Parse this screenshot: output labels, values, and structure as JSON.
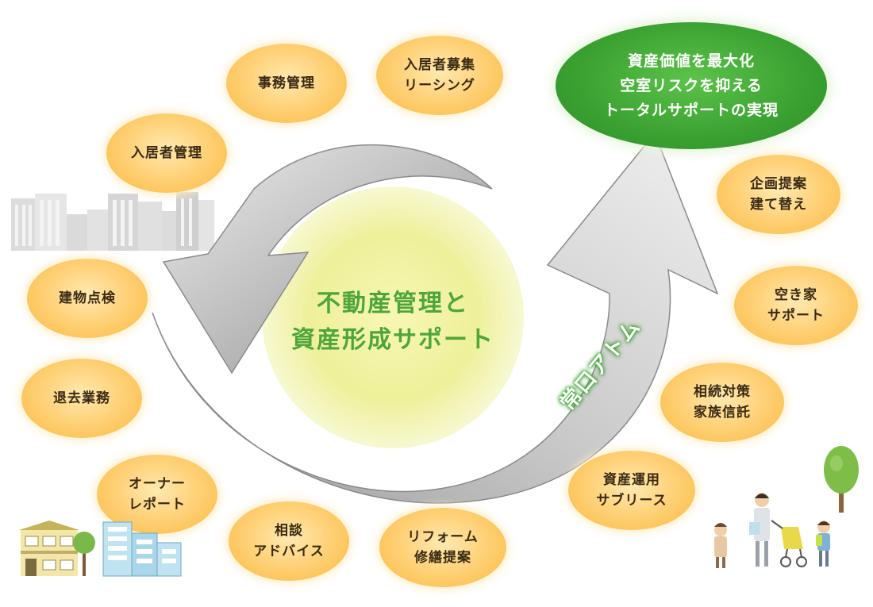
{
  "goal": {
    "lines": [
      "資産価値を最大化",
      "空室リスクを抑える",
      "トータルサポートの実現"
    ]
  },
  "center": {
    "lines": [
      "不動産管理と",
      "資産形成サポート"
    ]
  },
  "brand": "常口アトム",
  "services": [
    {
      "id": "jimu",
      "lines": [
        "事務管理"
      ]
    },
    {
      "id": "boshu",
      "lines": [
        "入居者募集",
        "リーシング"
      ]
    },
    {
      "id": "nyukyo",
      "lines": [
        "入居者管理"
      ]
    },
    {
      "id": "tenken",
      "lines": [
        "建物点検"
      ]
    },
    {
      "id": "taikyo",
      "lines": [
        "退去業務"
      ]
    },
    {
      "id": "owner",
      "lines": [
        "オーナー",
        "レポート"
      ]
    },
    {
      "id": "sodan",
      "lines": [
        "相談",
        "アドバイス"
      ]
    },
    {
      "id": "reform",
      "lines": [
        "リフォーム",
        "修繕提案"
      ]
    },
    {
      "id": "kikaku",
      "lines": [
        "企画提案",
        "建て替え"
      ]
    },
    {
      "id": "akiya",
      "lines": [
        "空き家",
        "サポート"
      ]
    },
    {
      "id": "sozoku",
      "lines": [
        "相続対策",
        "家族信託"
      ]
    },
    {
      "id": "unyo",
      "lines": [
        "資産運用",
        "サブリース"
      ]
    }
  ],
  "colors": {
    "bubble": "#fbb940",
    "goal": "#3aa131",
    "center_text": "#4ea53a",
    "arrow": "#b4b4b4"
  },
  "icons": [
    "city-buildings-icon",
    "houses-icon",
    "family-walking-icon",
    "tree-icon"
  ]
}
